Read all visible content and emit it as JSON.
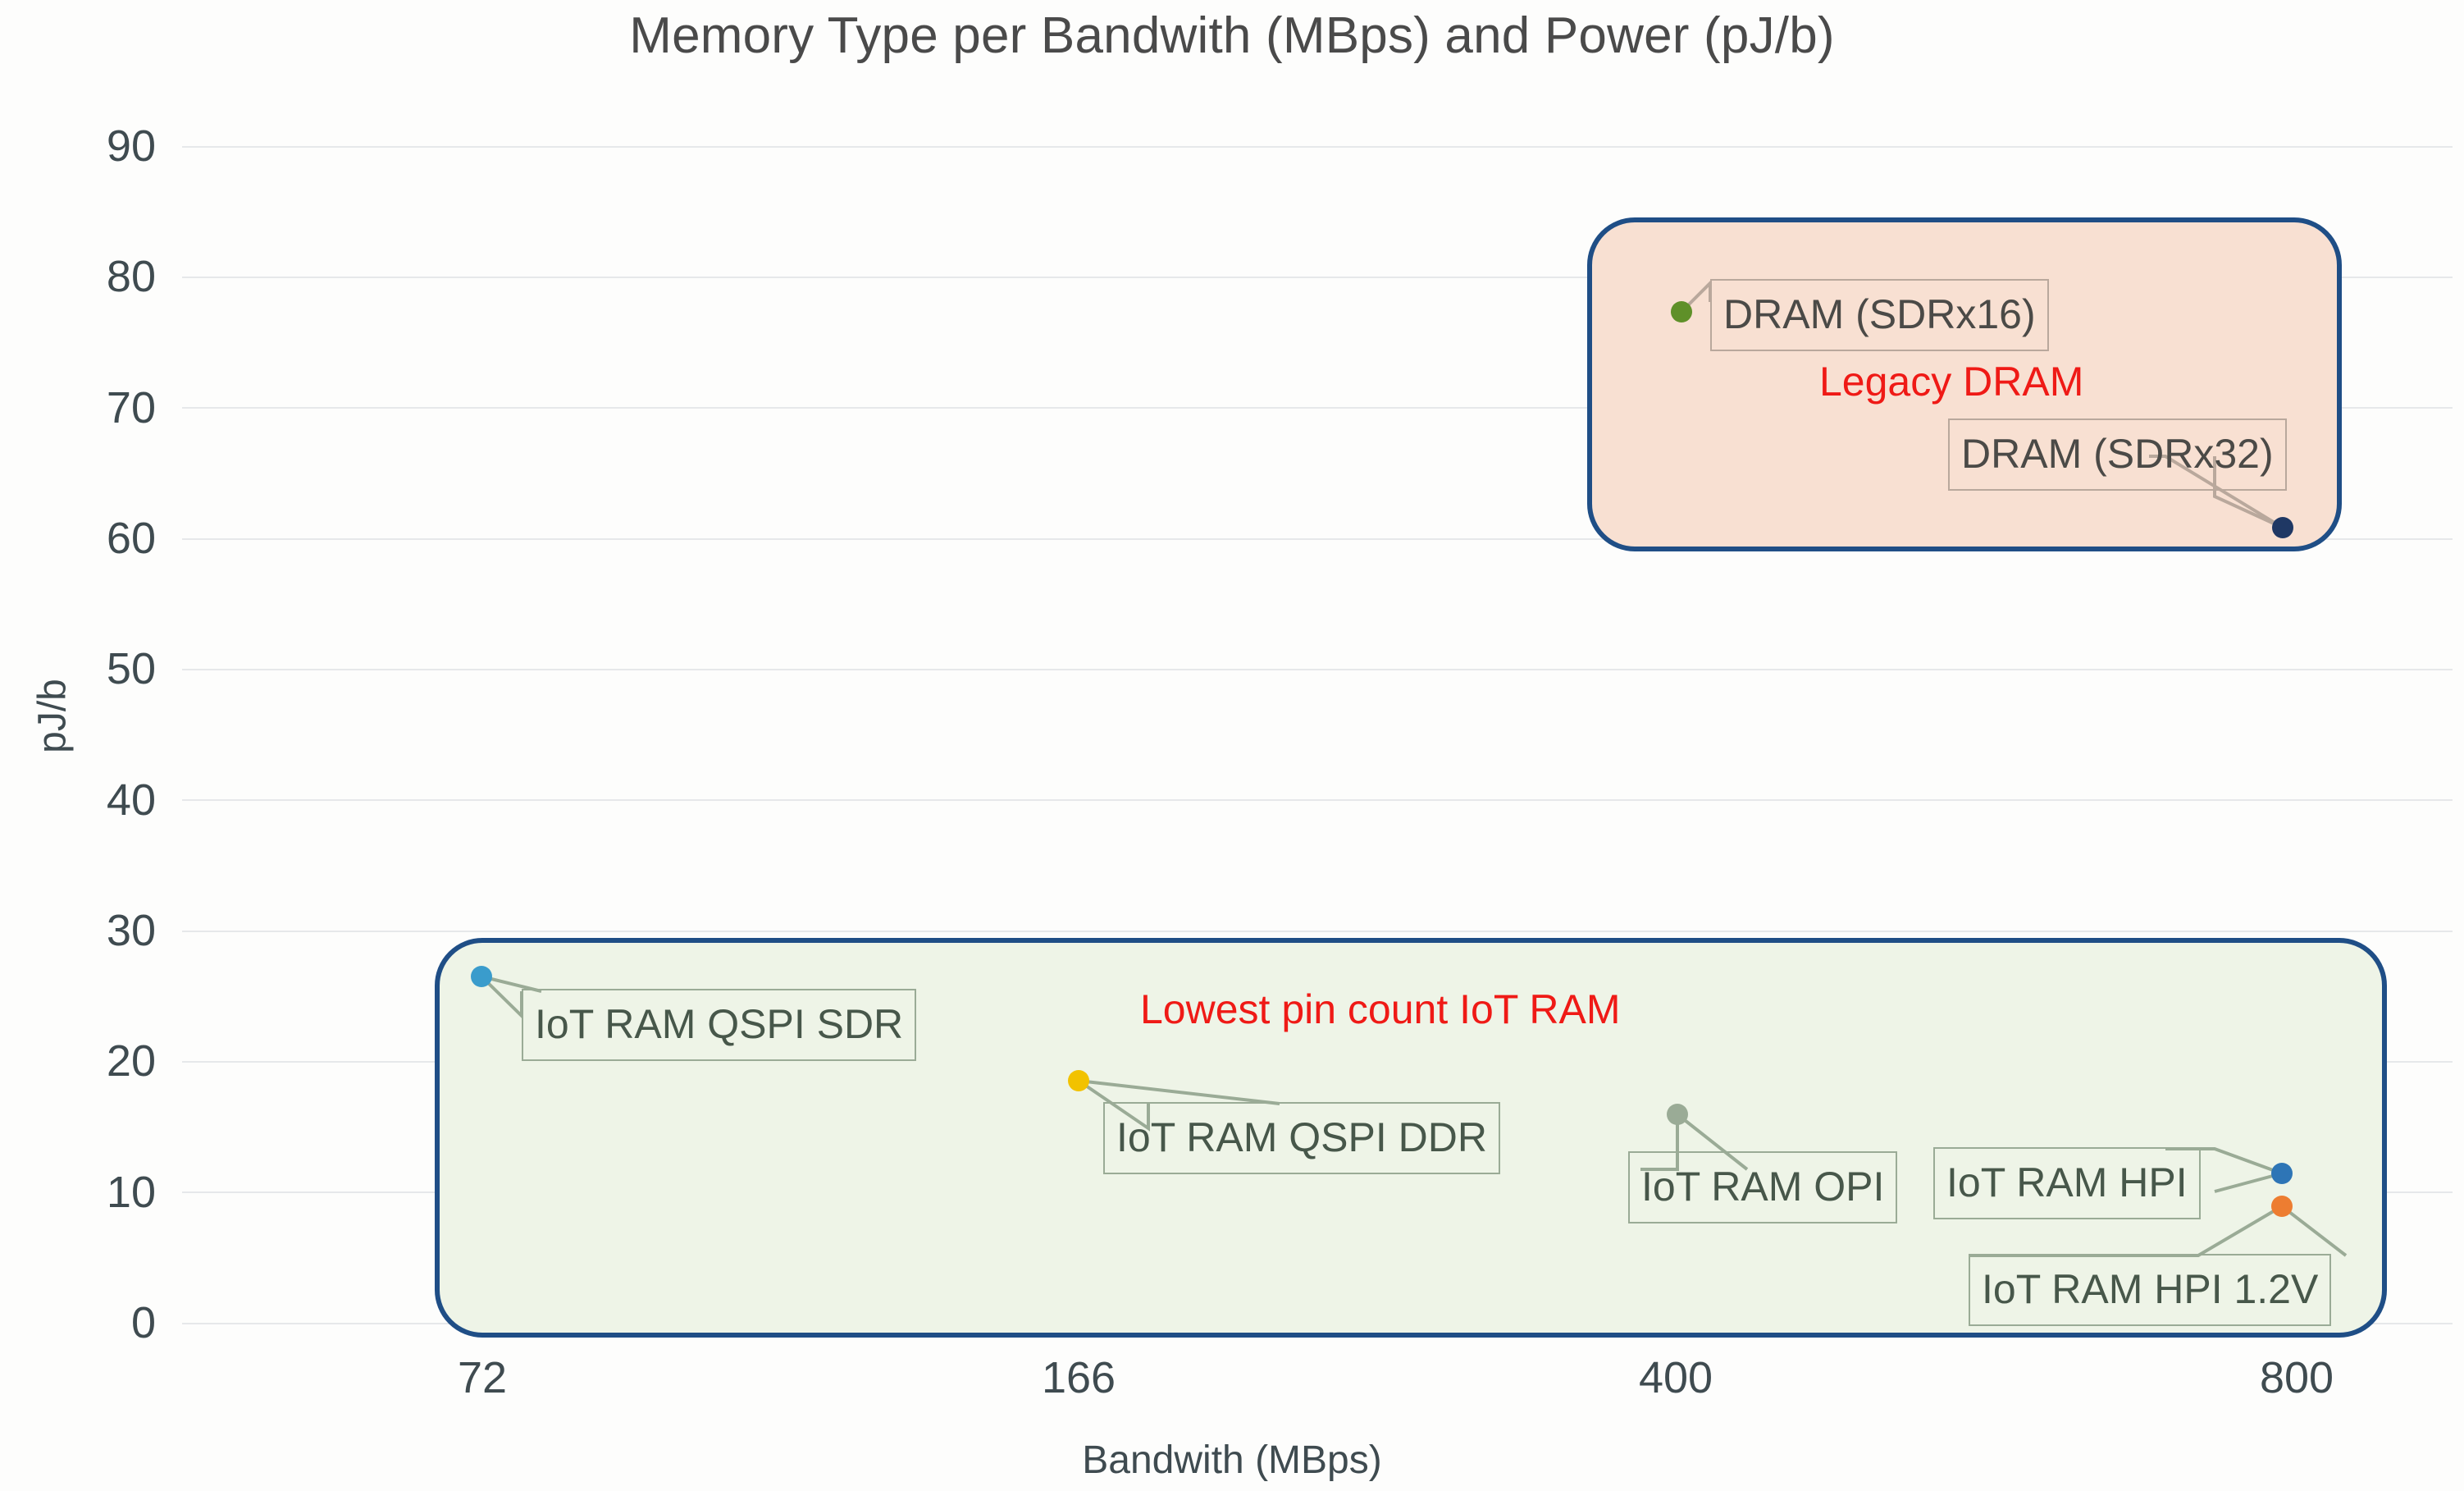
{
  "chart_data": {
    "type": "scatter",
    "title": "Memory Type per Bandwith (MBps) and Power (pJ/b)",
    "xlabel": "Bandwith (MBps)",
    "ylabel": "pJ/b",
    "x_tick_labels": [
      "72",
      "166",
      "400",
      "800"
    ],
    "x_categories": [
      72,
      166,
      400,
      800
    ],
    "y_tick_labels": [
      "0",
      "10",
      "20",
      "30",
      "40",
      "50",
      "60",
      "70",
      "80",
      "90"
    ],
    "ylim": [
      0,
      90
    ],
    "grid": "horizontal",
    "legend": "none",
    "points": [
      {
        "label": "DRAM (SDRx16)",
        "x": 400,
        "y": 77.5,
        "color": "#5f9029"
      },
      {
        "label": "DRAM (SDRx32)",
        "x": 800,
        "y": 60.8,
        "color": "#1f3864"
      },
      {
        "label": "IoT RAM QSPI SDR",
        "x": 72,
        "y": 26.7,
        "color": "#3a9ccc"
      },
      {
        "label": "IoT RAM QSPI DDR",
        "x": 166,
        "y": 18.6,
        "color": "#f2c200"
      },
      {
        "label": "IoT RAM OPI",
        "x": 400,
        "y": 16.0,
        "color": "#9aab96"
      },
      {
        "label": "IoT RAM HPI",
        "x": 800,
        "y": 11.5,
        "color": "#2e75b6"
      },
      {
        "label": "IoT RAM HPI 1.2V",
        "x": 800,
        "y": 8.9,
        "color": "#ed7d31"
      }
    ],
    "annotations": [
      {
        "text": "Legacy DRAM",
        "color": "#ef1a16"
      },
      {
        "text": "Lowest pin count IoT RAM",
        "color": "#ef1a16"
      }
    ],
    "regions": [
      {
        "name": "Legacy DRAM",
        "fill": "#f8e0d2",
        "stroke": "#1f4e86"
      },
      {
        "name": "Lowest pin count IoT RAM",
        "fill": "#eef4e7",
        "stroke": "#1f4e86"
      }
    ]
  },
  "labels": {
    "dram_sdrx16": "DRAM (SDRx16)",
    "dram_sdrx32": "DRAM (SDRx32)",
    "iot_qspi_sdr": "IoT RAM QSPI SDR",
    "iot_qspi_ddr": "IoT RAM QSPI DDR",
    "iot_opi": "IoT RAM OPI",
    "iot_hpi": "IoT RAM HPI",
    "iot_hpi_12v": "IoT RAM HPI 1.2V",
    "note_legacy": "Legacy DRAM",
    "note_iot": "Lowest pin count IoT RAM"
  },
  "axes": {
    "y_ticks": [
      "90",
      "80",
      "70",
      "60",
      "50",
      "40",
      "30",
      "20",
      "10",
      "0"
    ],
    "x_ticks": [
      "72",
      "166",
      "400",
      "800"
    ],
    "x_title": "Bandwith (MBps)",
    "y_title": "pJ/b"
  },
  "title": "Memory Type per Bandwith (MBps) and Power (pJ/b)",
  "colors": {
    "region_legacy_fill": "#f8e0d2",
    "region_iot_fill": "#eef4e7",
    "region_stroke": "#1f4e86",
    "note_red": "#ef1a16",
    "gridline": "#e6e8ea",
    "text": "#3f4b50"
  }
}
